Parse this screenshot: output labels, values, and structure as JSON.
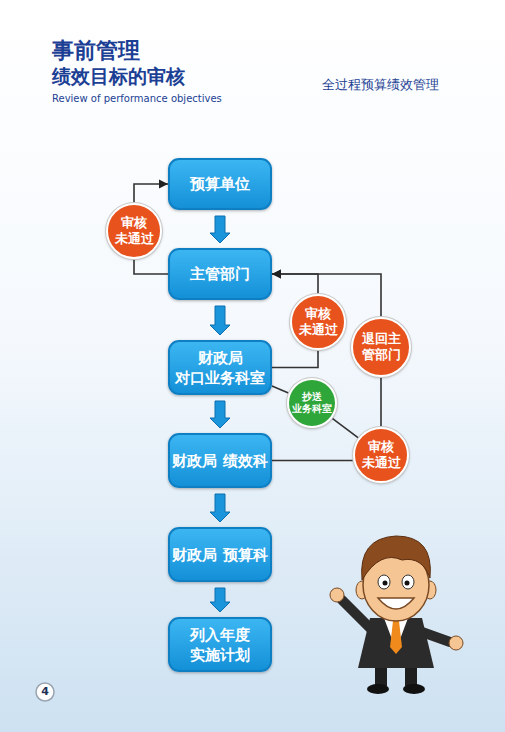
{
  "diagram": {
    "title": "事前管理",
    "nodes": [
      {
        "text": [
          "预算单位"
        ]
      },
      {
        "text": [
          "审核 未通过"
        ]
      },
      {
        "text": [
          "主管部门"
        ]
      },
      {
        "text": [
          "审核 未通过"
        ]
      },
      {
        "text": [
          "退回主 管部门"
        ]
      },
      {
        "text": [
          "财政局 对口业务科室"
        ]
      },
      {
        "text": [
          "抄送 业务科室"
        ]
      },
      {
        "text": [
          "审核 未通过"
        ]
      },
      {
        "text": [
          "财政局 绩效科"
        ]
      },
      {
        "text": [
          "财政局 预算科"
        ]
      },
      {
        "text": [
          "列入年度 实施计划"
        ]
      }
    ],
    "edges": [
      {
        "from": 0,
        "to": 2,
        "arrow": "to"
      },
      {
        "from": 2,
        "to": 5,
        "arrow": "to"
      },
      {
        "from": 5,
        "to": 8,
        "arrow": "to"
      },
      {
        "from": 8,
        "to": 9,
        "arrow": "to"
      },
      {
        "from": 9,
        "to": 10,
        "arrow": "to"
      },
      {
        "from": 2,
        "to": 1,
        "arrow": "none"
      },
      {
        "from": 1,
        "to": 0,
        "arrow": "to"
      },
      {
        "from": 5,
        "to": 3,
        "arrow": "none"
      },
      {
        "from": 3,
        "to": 2,
        "arrow": "to"
      },
      {
        "from": 8,
        "to": 7,
        "arrow": "none"
      },
      {
        "from": 7,
        "to": 4,
        "arrow": "none"
      },
      {
        "from": 4,
        "to": 2,
        "arrow": "to"
      },
      {
        "from": 7,
        "to": 6,
        "arrow": "none"
      },
      {
        "from": 6,
        "to": 5,
        "arrow": "none"
      }
    ],
    "labels": [
      "绩效目标的审核",
      "Review of performance objectives",
      "全过程预算绩效管理",
      "4"
    ]
  }
}
